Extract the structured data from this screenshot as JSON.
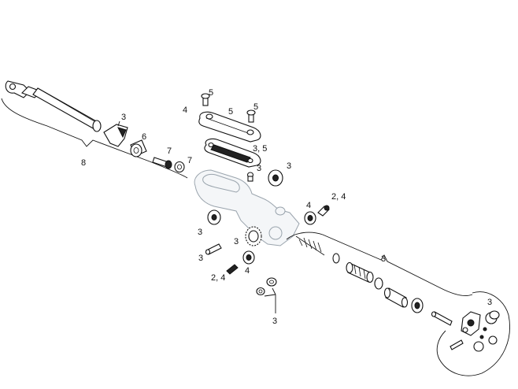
{
  "callouts": {
    "c1": "5",
    "c2": "4",
    "c3": "5",
    "c4": "5",
    "c5": "3",
    "c6": "6",
    "c7": "7",
    "c8": "7",
    "c9": "3, 5",
    "c10": "3",
    "c11": "3",
    "c12": "8",
    "c13": "4",
    "c14": "2, 4",
    "c15": "3",
    "c16": "3",
    "c17": "3",
    "c18": "3",
    "c19": "2, 4",
    "c20": "4",
    "c21": "3",
    "c22": "3"
  },
  "colors": {
    "line": "#111111",
    "ghost_body": "#9aa4ad",
    "background": "#ffffff"
  }
}
